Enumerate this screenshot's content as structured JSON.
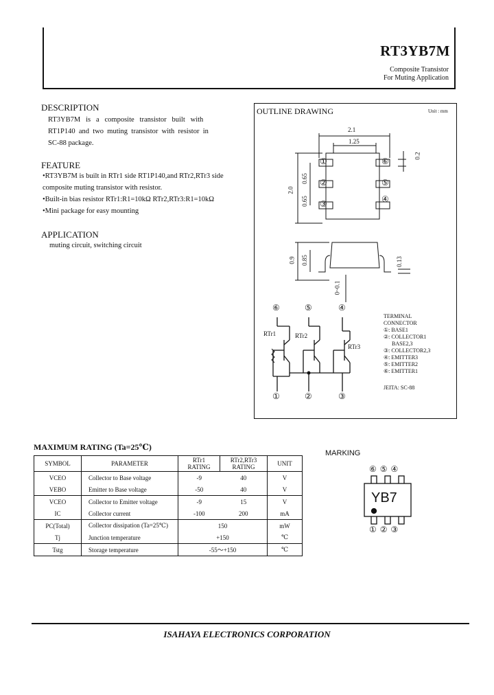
{
  "header": {
    "part_number": "RT3YB7M",
    "subtitle_1": "Composite Transistor",
    "subtitle_2": "For Muting Application"
  },
  "description": {
    "heading": "DESCRIPTION",
    "lines": [
      "RT3YB7M   is   a   composite   transistor   built   with",
      "RT1P140  and  two  muting  transistor  with  resistor  in",
      "SC-88 package."
    ]
  },
  "feature": {
    "heading": "FEATURE",
    "lines": [
      "•RT3YB7M is built in RTr1 side RT1P140,and RTr2,RTr3 side",
      "composite muting transistor with resistor.",
      "•Built-in bias resistor  RTr1:R1=10kΩ  RTr2,RTr3:R1=10kΩ",
      "•Mini package for easy mounting"
    ]
  },
  "application": {
    "heading": "APPLICATION",
    "text": "muting circuit,  switching circuit"
  },
  "outline": {
    "heading": "OUTLINE DRAWING",
    "unit": "Unit : mm",
    "dims": {
      "d21": "2.1",
      "d125": "1.25",
      "d02": "0.2",
      "d20": "2.0",
      "d065a": "0.65",
      "d065b": "0.65",
      "d09": "0.9",
      "d085": "0.85",
      "d013": "0.13",
      "d001": "0~0.1"
    },
    "pins_left": [
      "①",
      "②",
      "③"
    ],
    "pins_right": [
      "⑥",
      "⑤",
      "④"
    ],
    "circuit_top": [
      "⑥",
      "⑤",
      "④"
    ],
    "circuit_bottom": [
      "①",
      "②",
      "③"
    ],
    "tr_labels": [
      "RTr1",
      "RTr2",
      "RTr3"
    ],
    "terminal_heading_1": "TERMINAL",
    "terminal_heading_2": "CONNECTOR",
    "terminals": [
      "①: BASE1",
      "②: COLLECTOR1",
      "      BASE2,3",
      "③: COLLECTOR2,3",
      "④: EMITTER3",
      "⑤: EMITTER2",
      "⑥: EMITTER1"
    ],
    "jeita": "JEITA: SC-88"
  },
  "rating": {
    "heading": "MAXIMUM RATING (Ta=25℃)",
    "headers": [
      "SYMBOL",
      "PARAMETER",
      "RTr1\nRATING",
      "RTr2,RTr3\nRATING",
      "UNIT"
    ],
    "rows": [
      [
        "VCEO",
        "Collector to Base voltage",
        "-9",
        "40",
        "V"
      ],
      [
        "VEBO",
        "Emitter to Base voltage",
        "-50",
        "40",
        "V"
      ],
      [
        "VCEO",
        "Collector to Emitter voltage",
        "-9",
        "15",
        "V"
      ],
      [
        "IC",
        "Collector current",
        "-100",
        "200",
        "mA"
      ],
      [
        "PC(Total)",
        "Collector dissipation (Ta=25℃)",
        "150",
        "",
        "mW"
      ],
      [
        "Tj",
        "Junction temperature",
        "+150",
        "",
        "℃"
      ],
      [
        "Tstg",
        "Storage temperature",
        "-55～+150",
        "",
        "℃"
      ]
    ]
  },
  "marking": {
    "heading": "MARKING",
    "code": "YB7",
    "top_pins": [
      "⑥",
      "⑤",
      "④"
    ],
    "bottom_pins": [
      "①",
      "②",
      "③"
    ]
  },
  "footer": {
    "company": "ISAHAYA ELECTRONICS CORPORATION"
  }
}
